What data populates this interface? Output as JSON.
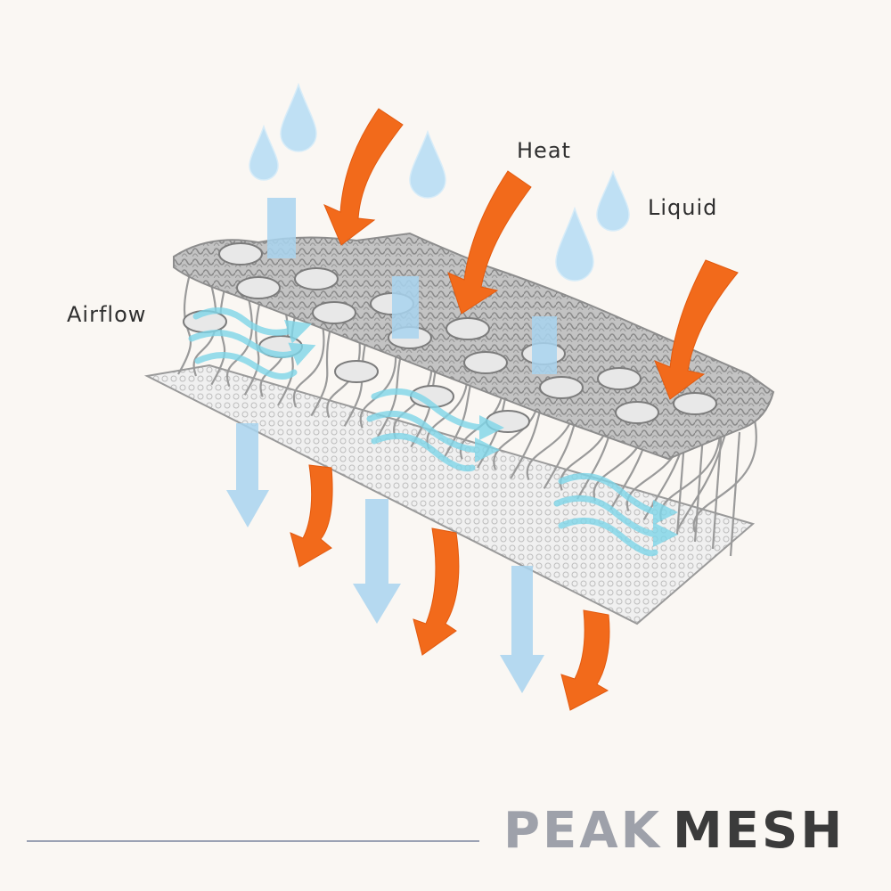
{
  "labels": {
    "heat": "Heat",
    "liquid": "Liquid",
    "airflow": "Airflow"
  },
  "brand": {
    "part1": "PEAK",
    "part2": "MESH",
    "color_part1": "#9ea1aa",
    "color_part2": "#3b3b3b"
  },
  "colors": {
    "heat": "#f26a1b",
    "liquid": "#a8d4ef",
    "airflow": "#7fd6e9",
    "mesh": "#8c8c8c",
    "background": "#faf7f3"
  },
  "icons": [
    "heat-arrow-icon",
    "water-drop-icon",
    "airflow-arrow-icon",
    "mesh-structure-icon"
  ]
}
